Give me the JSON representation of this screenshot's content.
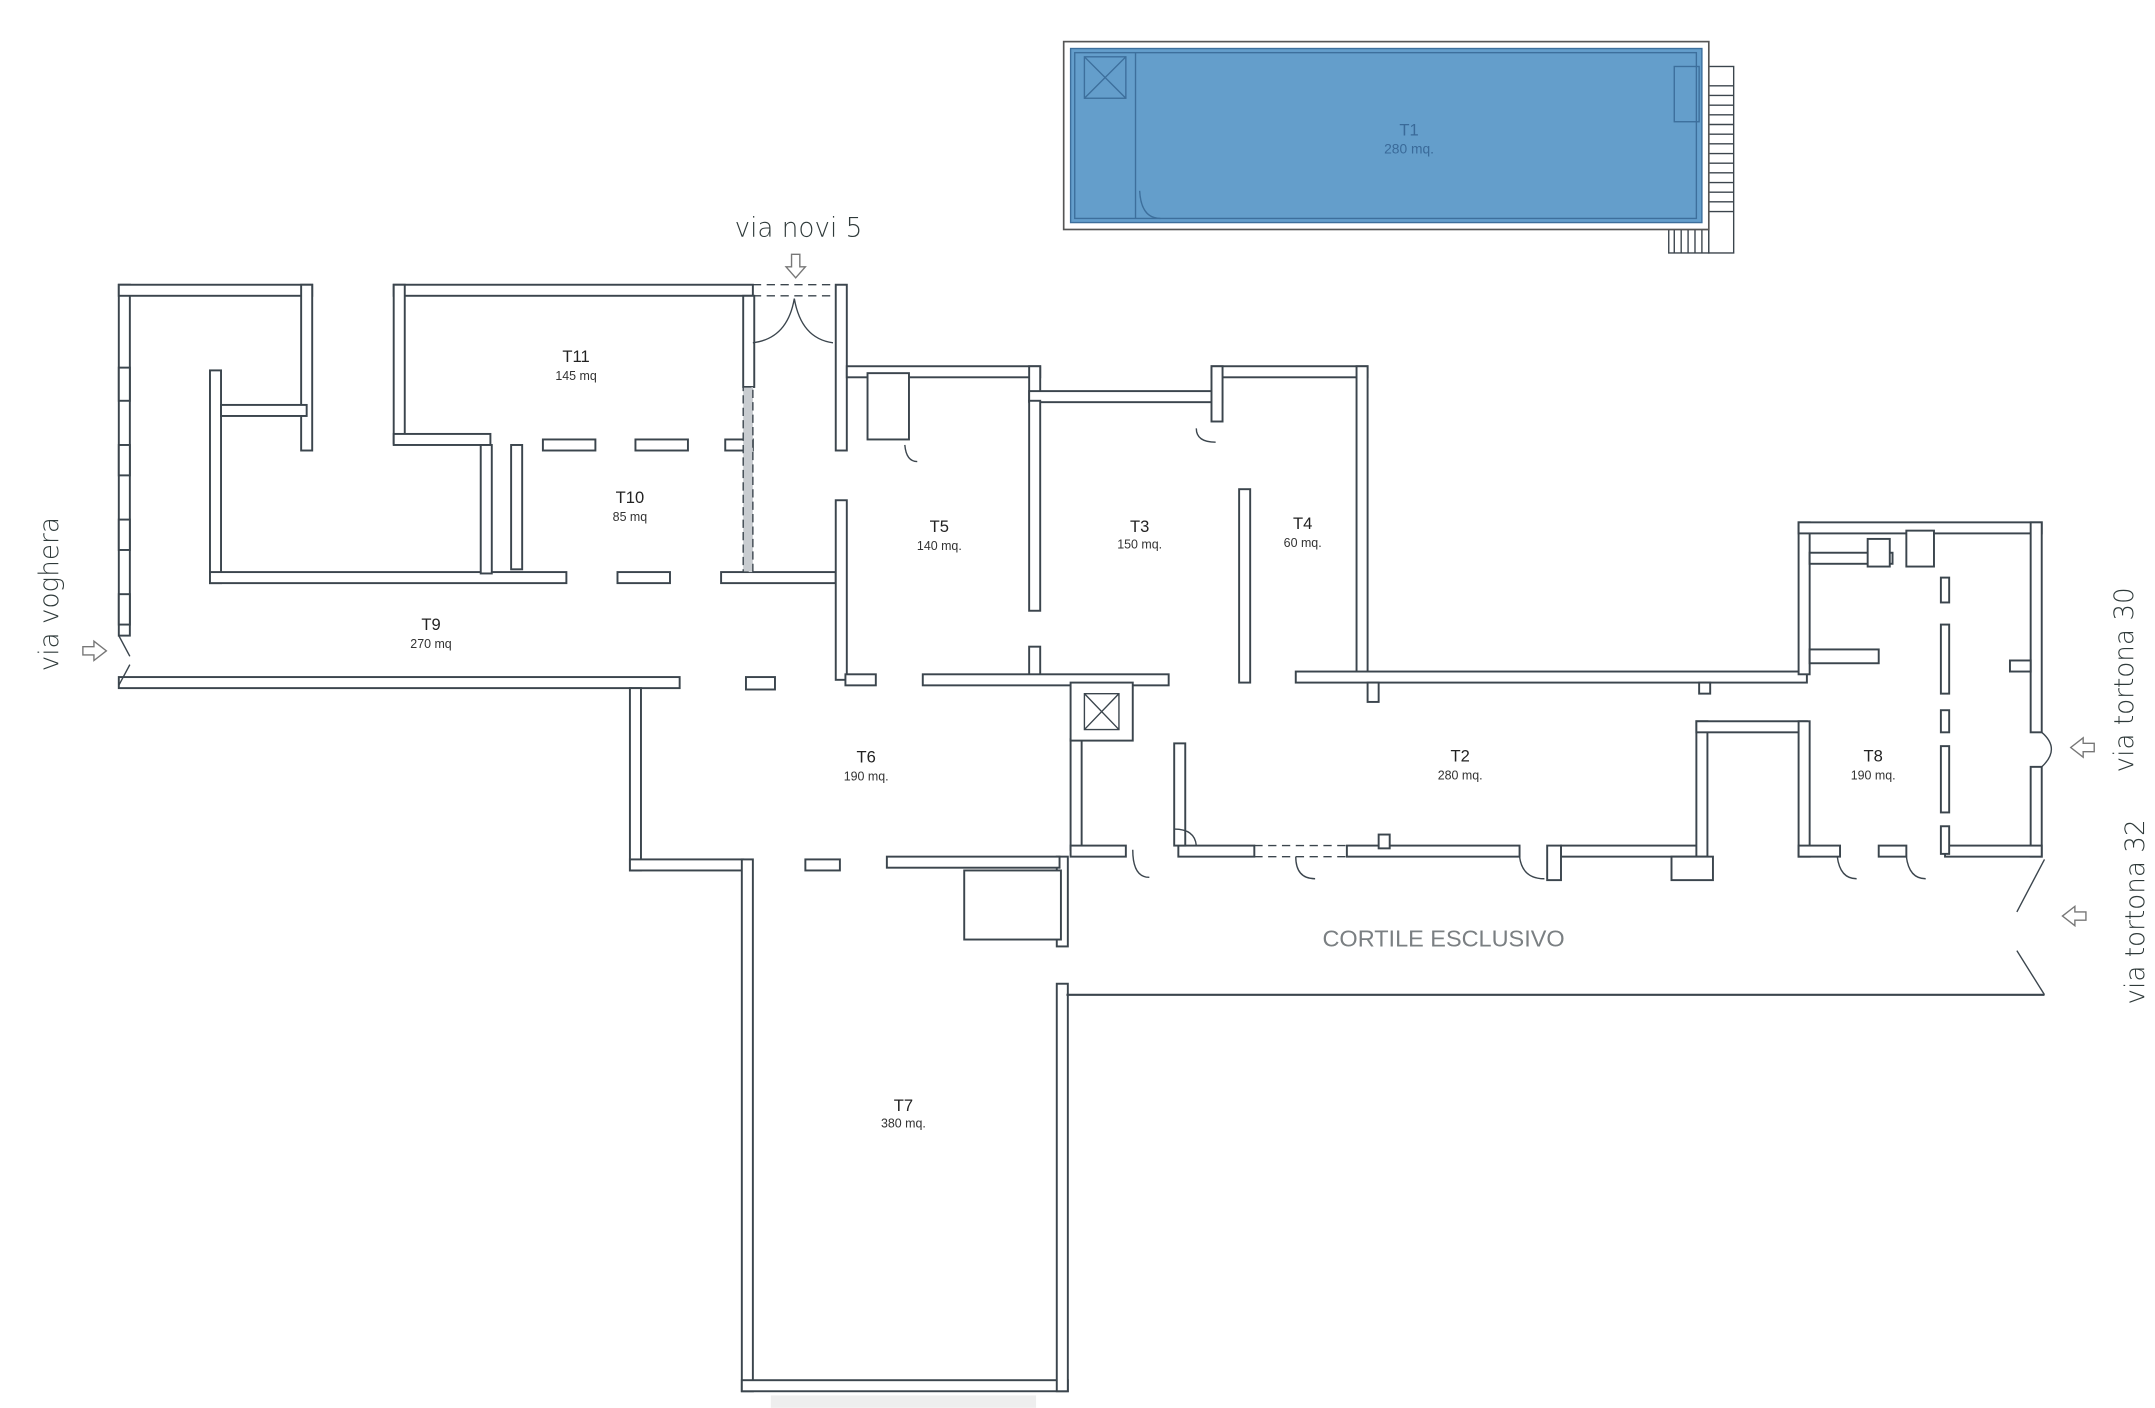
{
  "plan": {
    "rooms": [
      {
        "id": "T1",
        "area": "280 mq."
      },
      {
        "id": "T2",
        "area": "280 mq."
      },
      {
        "id": "T3",
        "area": "150 mq."
      },
      {
        "id": "T4",
        "area": "60 mq."
      },
      {
        "id": "T5",
        "area": "140 mq."
      },
      {
        "id": "T6",
        "area": "190 mq."
      },
      {
        "id": "T7",
        "area": "380 mq."
      },
      {
        "id": "T8",
        "area": "190 mq."
      },
      {
        "id": "T9",
        "area": "270 mq"
      },
      {
        "id": "T10",
        "area": "85 mq"
      },
      {
        "id": "T11",
        "area": "145 mq"
      }
    ],
    "streets": {
      "via_novi": "via novi 5",
      "via_voghera": "via voghera",
      "via_tortona_30": "via tortona 30",
      "via_tortona_32": "via tortona 32"
    },
    "courtyard": "CORTILE ESCLUSIVO",
    "colors": {
      "highlight": "#649ecb",
      "wall": "#3b454d"
    }
  }
}
